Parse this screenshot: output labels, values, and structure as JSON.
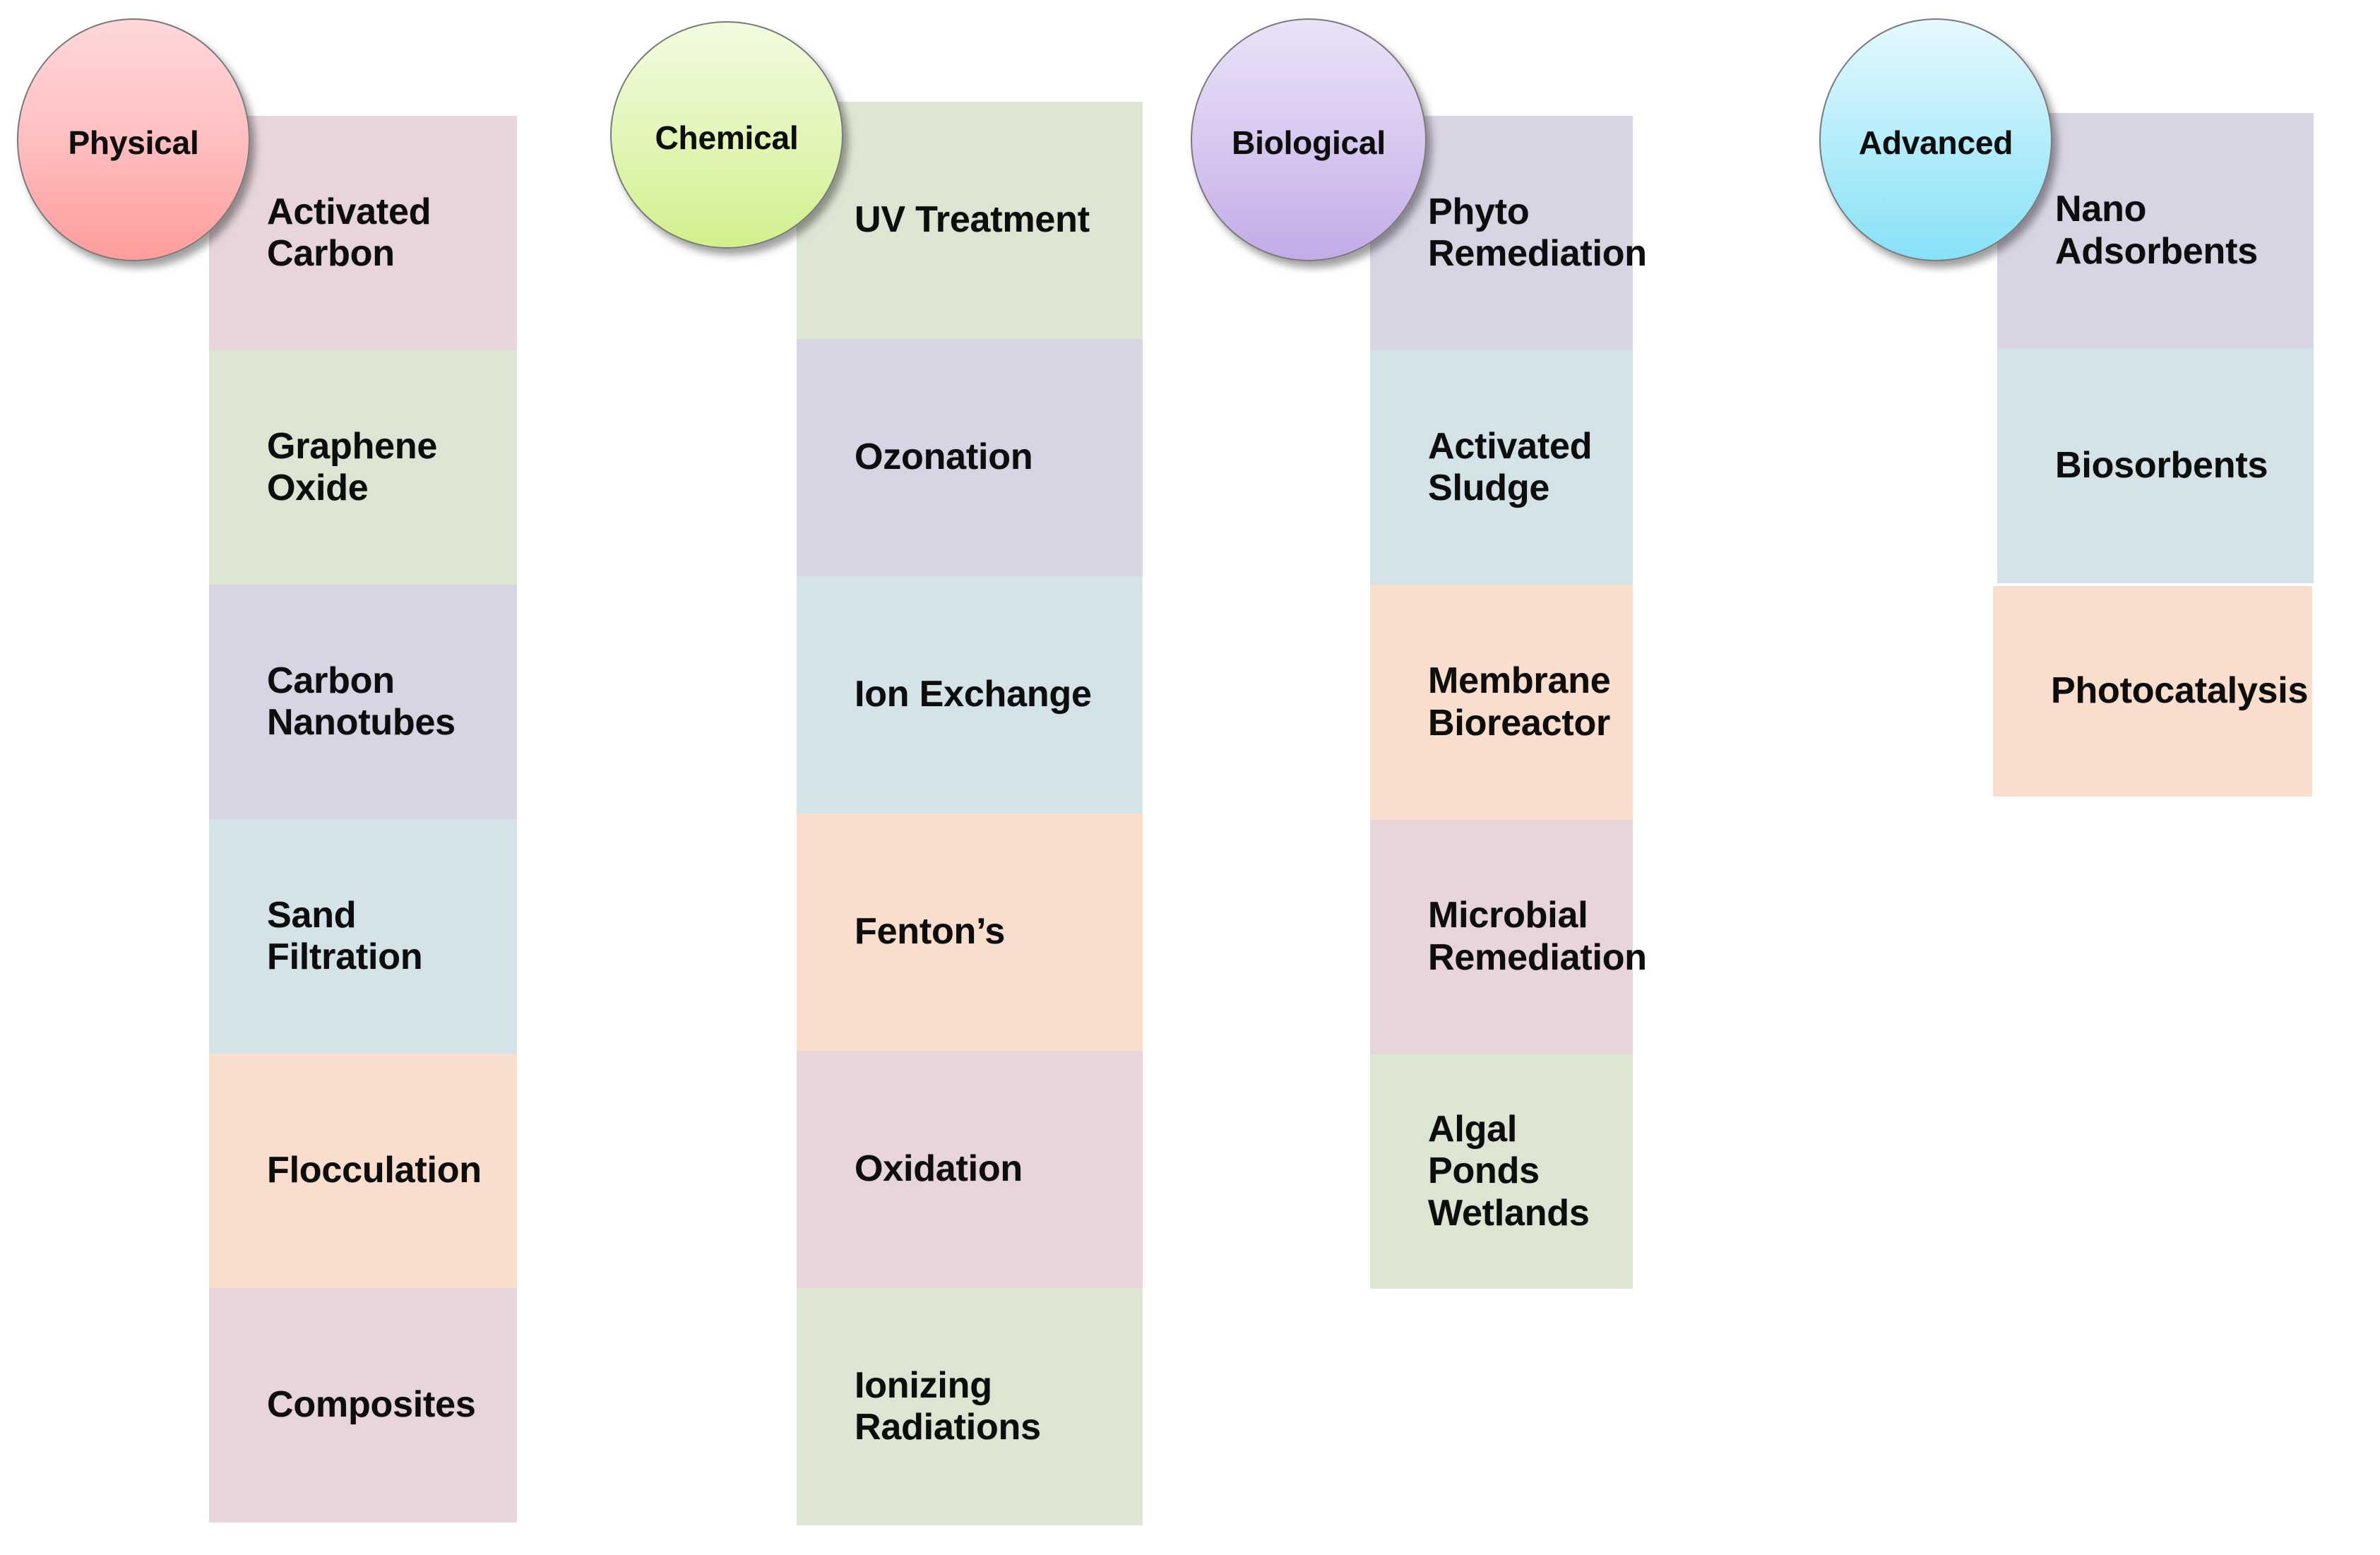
{
  "diagram": {
    "type": "four-category-technology-stack",
    "background": "#ffffff",
    "palette": {
      "mauve": "#e7d5d9",
      "green": "#dde6d3",
      "lavender": "#d9d4e4",
      "blue": "#d4e3e8",
      "peach": "#fadecd",
      "bubble_physical_top": "#ffd5d9",
      "bubble_physical_bottom": "#ff9c9c",
      "bubble_chemical_top": "#eef8d7",
      "bubble_chemical_bottom": "#d3f08e",
      "bubble_biological_top": "#e6dcf3",
      "bubble_biological_bottom": "#c3abe8",
      "bubble_advanced_top": "#dff6fd",
      "bubble_advanced_bottom": "#87e1f7",
      "bubble_border": "#7a7a7a",
      "text": "#0d0d0d"
    },
    "columns": [
      {
        "id": "physical",
        "bubble_label": "Physical",
        "bubble_color_top": "#ffd7da",
        "bubble_color_bottom": "#ff9c9c",
        "items": [
          {
            "label": "Activated\nCarbon",
            "color": "#e7d5d9"
          },
          {
            "label": "Graphene\nOxide",
            "color": "#dde6d3"
          },
          {
            "label": "Carbon\nNanotubes",
            "color": "#d9d4e4"
          },
          {
            "label": "Sand\nFiltration",
            "color": "#d4e3e8"
          },
          {
            "label": "Flocculation",
            "color": "#fadecd"
          },
          {
            "label": "Composites",
            "color": "#e7d5d9"
          }
        ]
      },
      {
        "id": "chemical",
        "bubble_label": "Chemical",
        "bubble_color_top": "#eefad9",
        "bubble_color_bottom": "#d2f08d",
        "items": [
          {
            "label": "UV Treatment",
            "color": "#dde6d3"
          },
          {
            "label": "Ozonation",
            "color": "#d9d4e4"
          },
          {
            "label": "Ion Exchange",
            "color": "#d4e3e8"
          },
          {
            "label": "Fenton’s",
            "color": "#fadecd"
          },
          {
            "label": "Oxidation",
            "color": "#e7d5d9"
          },
          {
            "label": "Ionizing\nRadiations",
            "color": "#dde6d3"
          }
        ]
      },
      {
        "id": "biological",
        "bubble_label": "Biological",
        "bubble_color_top": "#e7ddf4",
        "bubble_color_bottom": "#c3abe8",
        "items": [
          {
            "label": "Phyto\nRemediation",
            "color": "#d9d4e4"
          },
          {
            "label": "Activated\nSludge",
            "color": "#d4e3e8"
          },
          {
            "label": "Membrane\nBioreactor",
            "color": "#fadecd"
          },
          {
            "label": "Microbial\nRemediation",
            "color": "#e7d5d9"
          },
          {
            "label": "Algal Ponds\nWetlands",
            "color": "#dde6d3"
          }
        ]
      },
      {
        "id": "advanced",
        "bubble_label": "Advanced",
        "bubble_color_top": "#dff7fd",
        "bubble_color_bottom": "#87e1f7",
        "items": [
          {
            "label": "Nano\nAdsorbents",
            "color": "#d9d4e4"
          },
          {
            "label": "Biosorbents",
            "color": "#d4e3e8"
          },
          {
            "label": "Photocatalysis",
            "color": "#fadecd"
          }
        ]
      }
    ]
  }
}
